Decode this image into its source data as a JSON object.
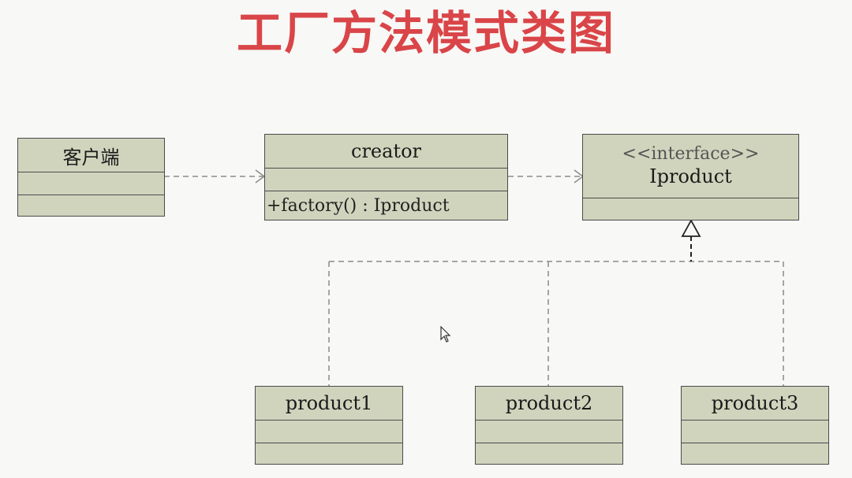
{
  "title": "工厂方法模式类图",
  "classes": {
    "client": {
      "name": "客户端"
    },
    "creator": {
      "name": "creator",
      "operation": "+factory() : Iproduct"
    },
    "iproduct": {
      "stereotype": "<<interface>>",
      "name": "Iproduct"
    },
    "product1": {
      "name": "product1"
    },
    "product2": {
      "name": "product2"
    },
    "product3": {
      "name": "product3"
    }
  },
  "relations": [
    {
      "from": "客户端",
      "to": "creator",
      "kind": "dependency"
    },
    {
      "from": "creator",
      "to": "Iproduct",
      "kind": "dependency"
    },
    {
      "from": "product1",
      "to": "Iproduct",
      "kind": "realization"
    },
    {
      "from": "product2",
      "to": "Iproduct",
      "kind": "realization"
    },
    {
      "from": "product3",
      "to": "Iproduct",
      "kind": "realization"
    }
  ],
  "colors": {
    "title": "#d94548",
    "class_fill": "#d1d4bd",
    "border": "#4a4a4a",
    "connector": "#8a8a8a"
  }
}
